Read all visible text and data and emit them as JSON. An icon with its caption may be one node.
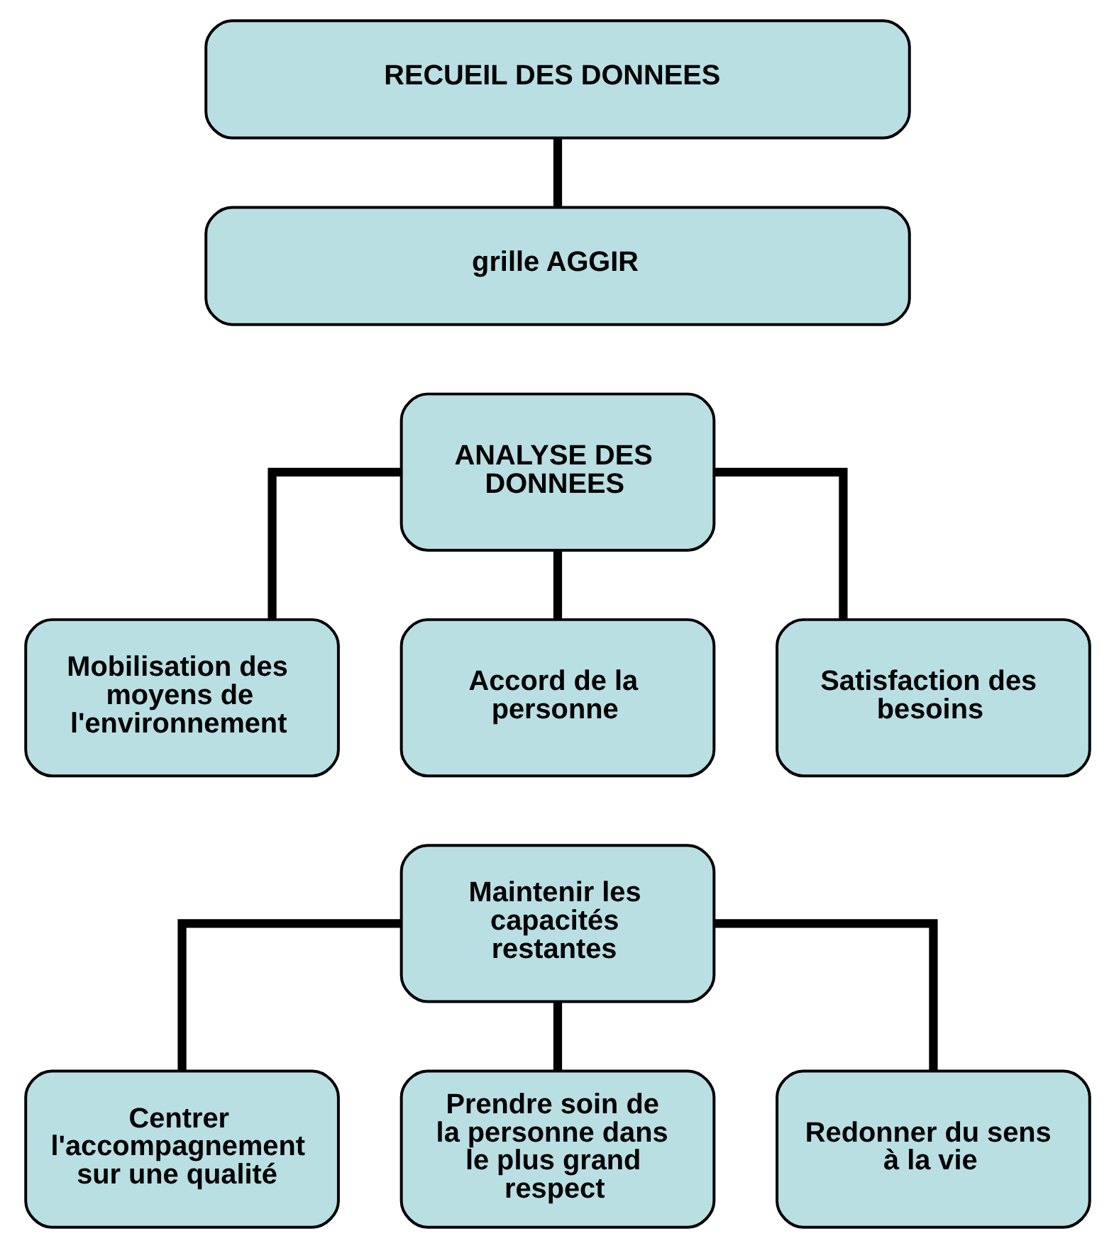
{
  "diagram": {
    "nodes": [
      {
        "text": [
          "RECUEIL DES DONNEES"
        ]
      },
      {
        "text": [
          "grille AGGIR"
        ]
      },
      {
        "text": [
          "ANALYSE DES DONNEES"
        ]
      },
      {
        "text": [
          "Mobilisation des moyens de l'environnement"
        ]
      },
      {
        "text": [
          "Accord de la personne"
        ]
      },
      {
        "text": [
          "Satisfaction des besoins"
        ]
      },
      {
        "text": [
          "Maintenir les capacités restantes"
        ]
      },
      {
        "text": [
          "Centrer l'accompagnement sur une qualité"
        ]
      },
      {
        "text": [
          "Prendre soin de la personne dans le plus grand respect"
        ]
      },
      {
        "text": [
          "Redonner du sens à la vie"
        ]
      }
    ],
    "edges": [
      {
        "from": 0,
        "to": 1,
        "arrow": "none"
      },
      {
        "from": 2,
        "to": 3,
        "arrow": "none"
      },
      {
        "from": 2,
        "to": 4,
        "arrow": "none"
      },
      {
        "from": 2,
        "to": 5,
        "arrow": "none"
      },
      {
        "from": 6,
        "to": 7,
        "arrow": "none"
      },
      {
        "from": 6,
        "to": 8,
        "arrow": "none"
      },
      {
        "from": 6,
        "to": 9,
        "arrow": "none"
      }
    ]
  }
}
